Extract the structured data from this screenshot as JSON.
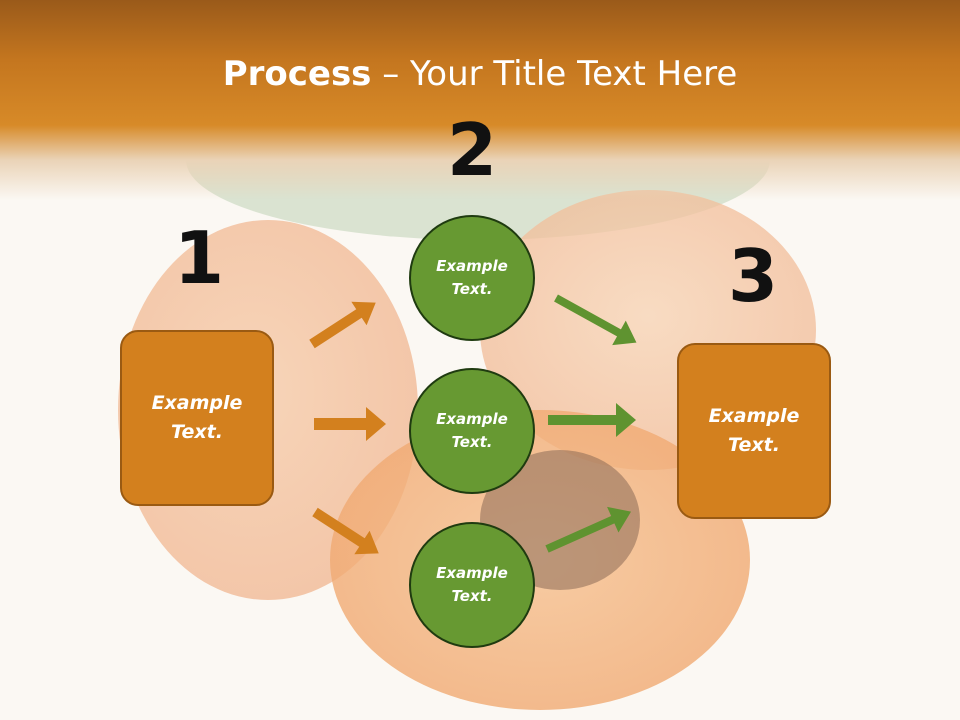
{
  "title": {
    "bold": "Process",
    "rest": " – Your Title Text Here"
  },
  "steps": {
    "one": "1",
    "two": "2",
    "three": "3"
  },
  "left_box": {
    "text": "Example Text."
  },
  "right_box": {
    "text": "Example Text."
  },
  "circles": [
    {
      "text": "Example Text."
    },
    {
      "text": "Example Text."
    },
    {
      "text": "Example Text."
    }
  ],
  "colors": {
    "header": "#d78a28",
    "box": "#d3801e",
    "circle": "#679932",
    "orange_arrow": "#d3801e",
    "green_arrow": "#5f9330"
  }
}
